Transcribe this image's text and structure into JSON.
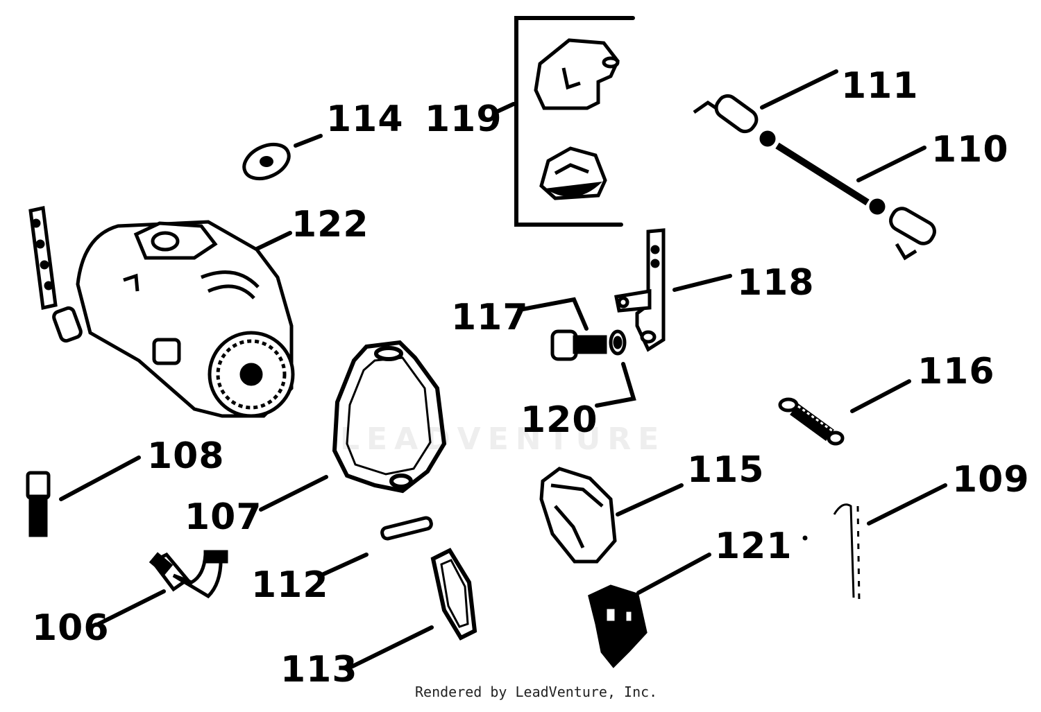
{
  "diagram": {
    "callouts": [
      {
        "id": "106",
        "label": "106"
      },
      {
        "id": "107",
        "label": "107"
      },
      {
        "id": "108",
        "label": "108"
      },
      {
        "id": "109",
        "label": "109"
      },
      {
        "id": "110",
        "label": "110"
      },
      {
        "id": "111",
        "label": "111"
      },
      {
        "id": "112",
        "label": "112"
      },
      {
        "id": "113",
        "label": "113"
      },
      {
        "id": "114",
        "label": "114"
      },
      {
        "id": "115",
        "label": "115"
      },
      {
        "id": "116",
        "label": "116"
      },
      {
        "id": "117",
        "label": "117"
      },
      {
        "id": "118",
        "label": "118"
      },
      {
        "id": "119",
        "label": "119"
      },
      {
        "id": "120",
        "label": "120"
      },
      {
        "id": "121",
        "label": "121"
      },
      {
        "id": "122",
        "label": "122"
      }
    ],
    "credit": "Rendered by LeadVenture, Inc.",
    "watermark": "LEADVENTURE"
  }
}
